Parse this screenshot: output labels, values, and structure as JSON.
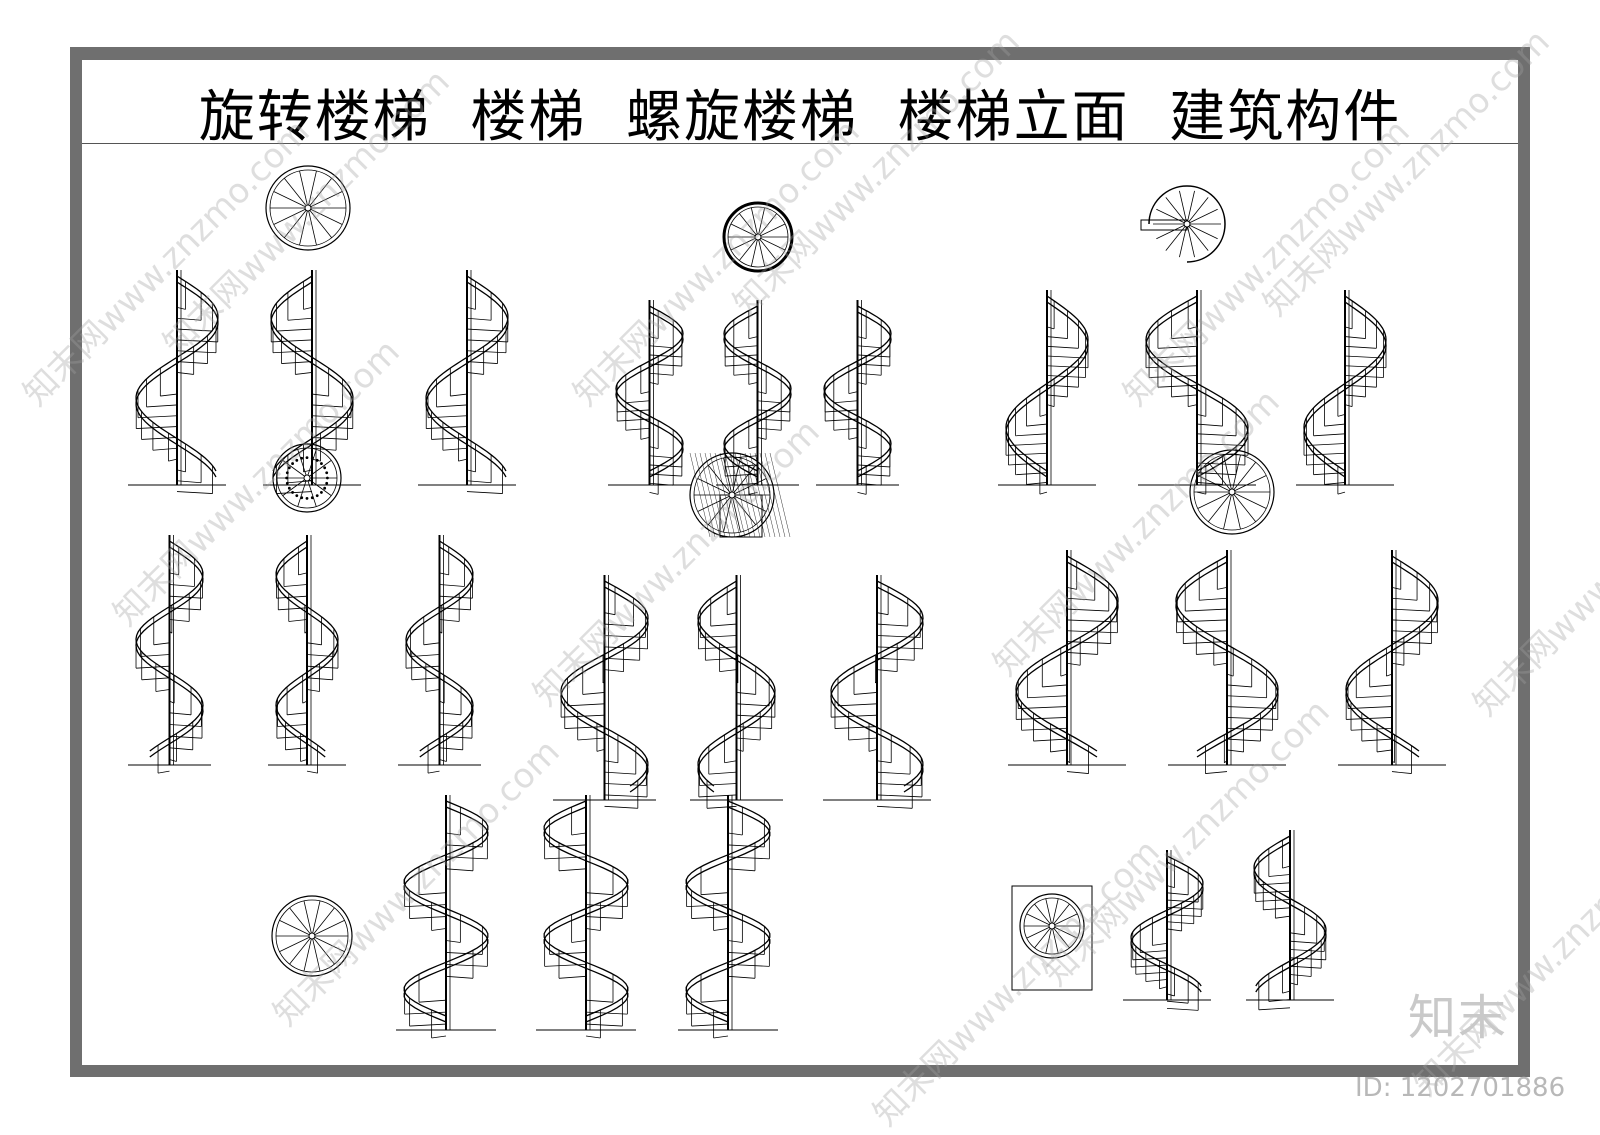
{
  "title": "旋转楼梯  楼梯  螺旋楼梯  楼梯立面  建筑构件",
  "watermark": "知末网www.znzmo.com",
  "logo": "知末",
  "id_label": "ID: 1202701886",
  "colors": {
    "frame": "#6f6f6f",
    "line": "#000000",
    "watermark": "#a0a0a0"
  },
  "groups": [
    {
      "name": "group-top-left",
      "plan": "circle-spokes",
      "elevations": 3
    },
    {
      "name": "group-top-middle",
      "plan": "circle-spokes-bold",
      "elevations": 3
    },
    {
      "name": "group-top-right",
      "plan": "half-circle-landing",
      "elevations": 3
    },
    {
      "name": "group-middle-left",
      "plan": "circle-dotted",
      "elevations": 3
    },
    {
      "name": "group-middle-center",
      "plan": "circle-mesh-landing",
      "elevations": 3
    },
    {
      "name": "group-middle-right",
      "plan": "circle-spokes",
      "elevations": 3
    },
    {
      "name": "group-bottom-left",
      "plan": "circle-spokes-post",
      "elevations": 3
    },
    {
      "name": "group-bottom-right",
      "plan": "circle-in-box",
      "elevations": 2
    }
  ]
}
